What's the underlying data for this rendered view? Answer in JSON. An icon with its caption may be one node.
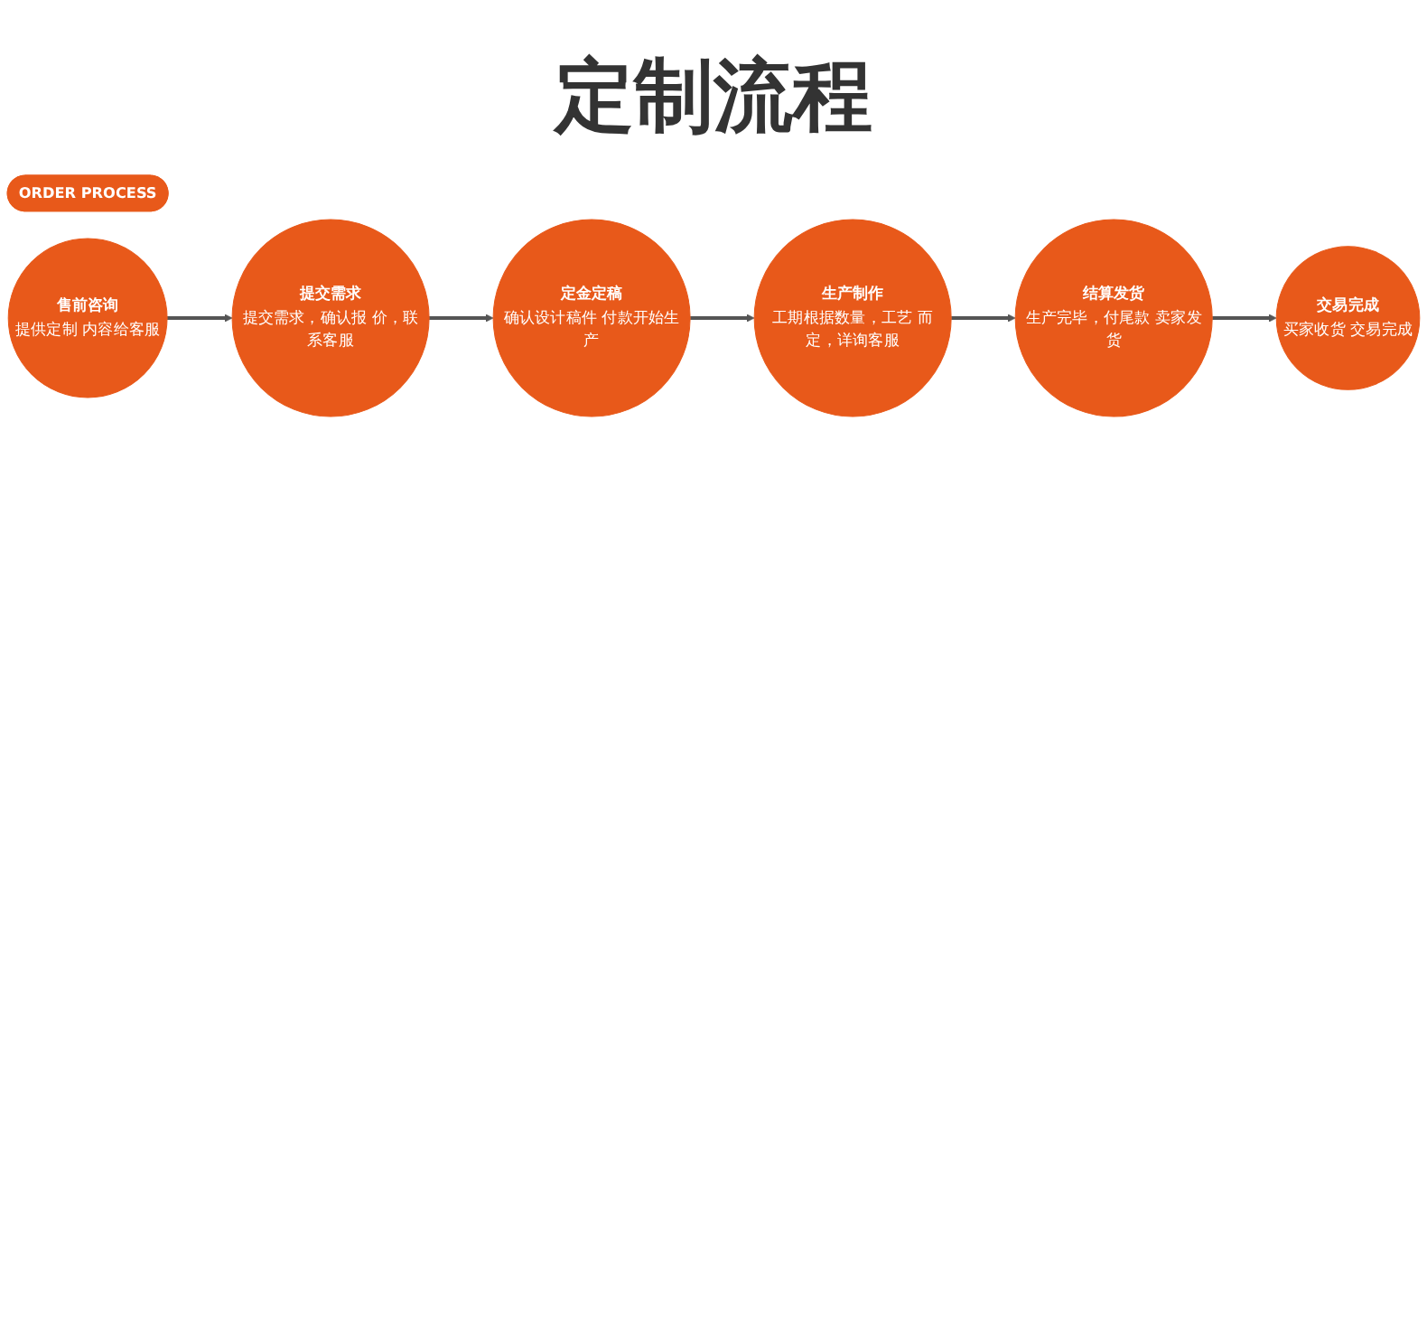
{
  "diagram": {
    "title": "定制流程",
    "nodes": [
      {
        "text": [
          "ORDER PROCESS"
        ]
      },
      {
        "text": [
          "售前咨询",
          "提供定制 内容给客服"
        ]
      },
      {
        "text": [
          "提交需求",
          "提交需求，确认报 价，联系客服"
        ]
      },
      {
        "text": [
          "定金定稿",
          "确认设计稿件 付款开始生产"
        ]
      },
      {
        "text": [
          "生产制作",
          "工期根据数量，工艺 而定，详询客服"
        ]
      },
      {
        "text": [
          "结算发货",
          "生产完毕，付尾款 卖家发货"
        ]
      },
      {
        "text": [
          "交易完成",
          "买家收货 交易完成"
        ]
      }
    ],
    "edges": [
      {
        "from": 1,
        "to": 2,
        "arrow": "to"
      },
      {
        "from": 2,
        "to": 3,
        "arrow": "to"
      },
      {
        "from": 3,
        "to": 4,
        "arrow": "to"
      },
      {
        "from": 4,
        "to": 5,
        "arrow": "to"
      },
      {
        "from": 5,
        "to": 6,
        "arrow": "to"
      }
    ]
  }
}
